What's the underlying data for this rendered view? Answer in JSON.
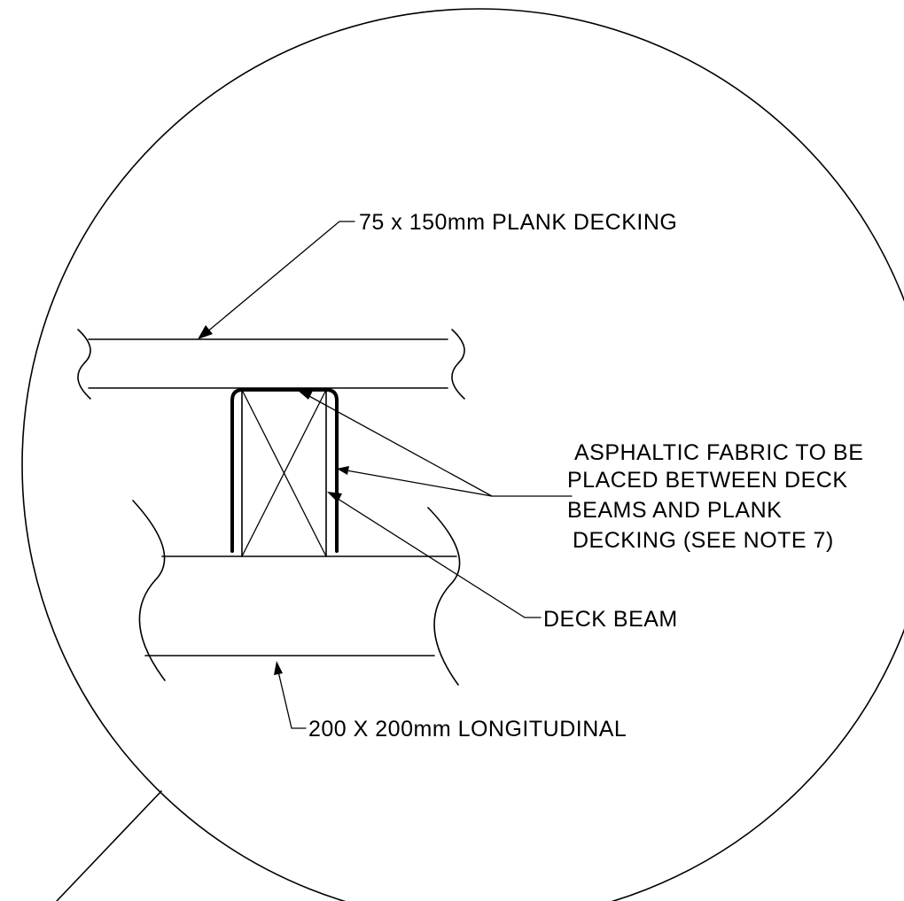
{
  "labels": {
    "plank_decking": "75 x 150mm PLANK DECKING",
    "asphaltic_line1": "ASPHALTIC FABRIC TO BE",
    "asphaltic_line2": "PLACED BETWEEN DECK",
    "asphaltic_line3": "BEAMS AND PLANK",
    "asphaltic_line4": "DECKING (SEE NOTE 7)",
    "deck_beam": "DECK BEAM",
    "longitudinal": "200 X 200mm LONGITUDINAL"
  }
}
